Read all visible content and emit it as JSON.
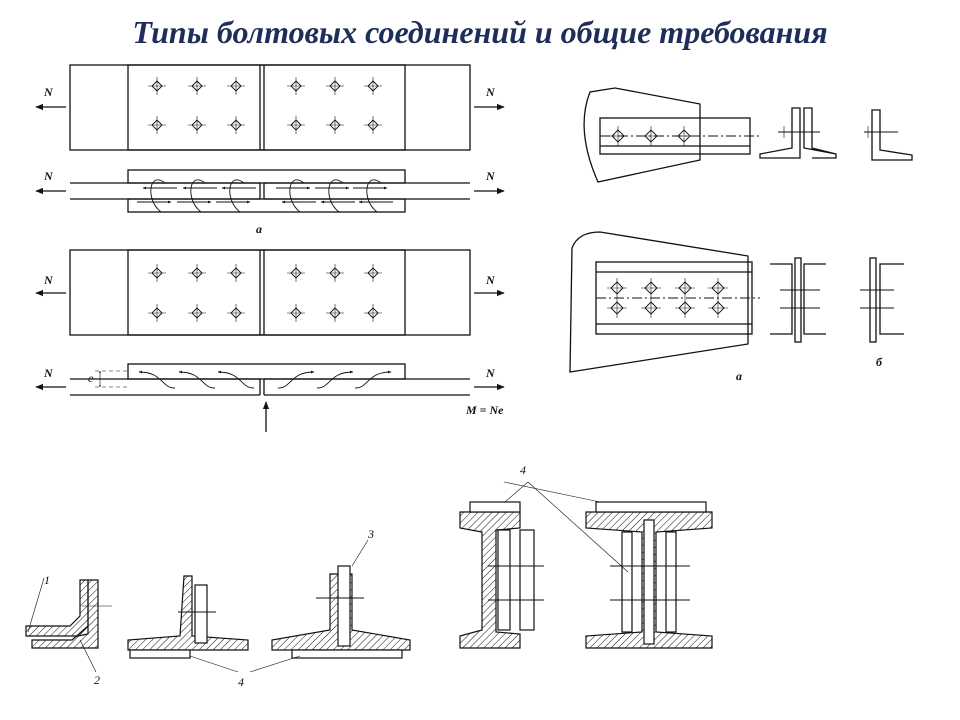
{
  "title": "Типы болтовых соединений и общие требования",
  "labels": {
    "force": "N",
    "moment": "M = Ne",
    "eccentricity": "e",
    "variant_a": "а",
    "variant_b": "б",
    "part_1": "1",
    "part_2": "2",
    "part_3": "3",
    "part_4": "4"
  },
  "colors": {
    "title": "#1f2d59",
    "line": "#111111"
  }
}
